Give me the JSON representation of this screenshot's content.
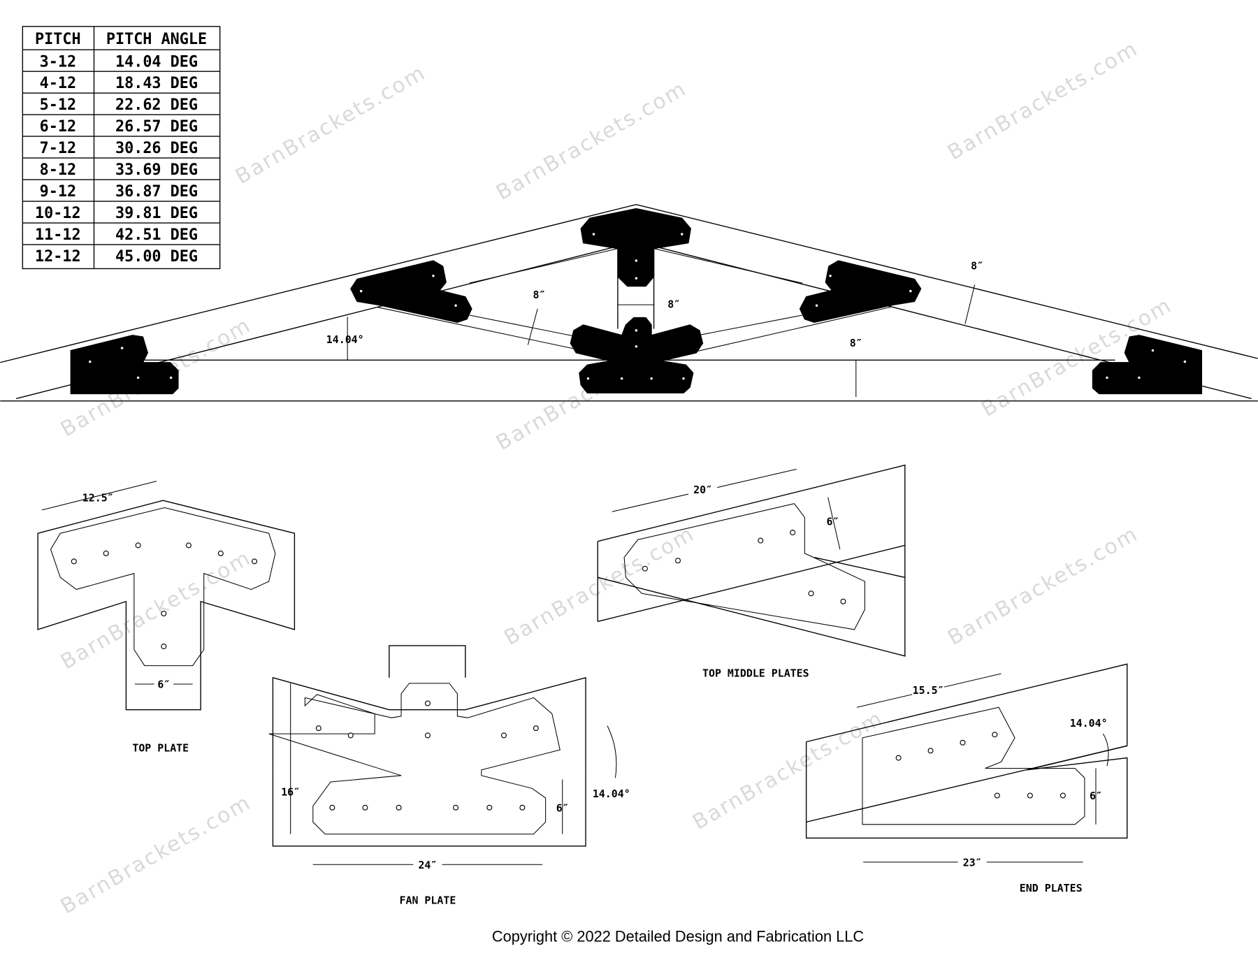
{
  "table": {
    "headers": [
      "PITCH",
      "PITCH ANGLE"
    ],
    "rows": [
      [
        "3-12",
        "14.04 DEG"
      ],
      [
        "4-12",
        "18.43 DEG"
      ],
      [
        "5-12",
        "22.62 DEG"
      ],
      [
        "6-12",
        "26.57 DEG"
      ],
      [
        "7-12",
        "30.26 DEG"
      ],
      [
        "8-12",
        "33.69 DEG"
      ],
      [
        "9-12",
        "36.87 DEG"
      ],
      [
        "10-12",
        "39.81 DEG"
      ],
      [
        "11-12",
        "42.51 DEG"
      ],
      [
        "12-12",
        "45.00 DEG"
      ]
    ]
  },
  "truss": {
    "angle": "14.04°",
    "web_depth": "8″",
    "post_width": "8″",
    "rafter_depth": "8″",
    "chord_depth": "8″"
  },
  "details": {
    "top_plate": {
      "title": "TOP PLATE",
      "width": "12.5″",
      "stem": "6″"
    },
    "fan_plate": {
      "title": "FAN PLATE",
      "height": "16″",
      "width": "24″",
      "leg": "6″",
      "angle": "14.04°"
    },
    "top_middle": {
      "title": "TOP MIDDLE PLATES",
      "length": "20″",
      "depth": "6″"
    },
    "end_plates": {
      "title": "END PLATES",
      "top": "15.5″",
      "bottom": "23″",
      "depth": "6″",
      "angle": "14.04°"
    }
  },
  "watermark": "BarnBrackets.com",
  "copyright": "Copyright © 2022 Detailed Design and Fabrication LLC"
}
